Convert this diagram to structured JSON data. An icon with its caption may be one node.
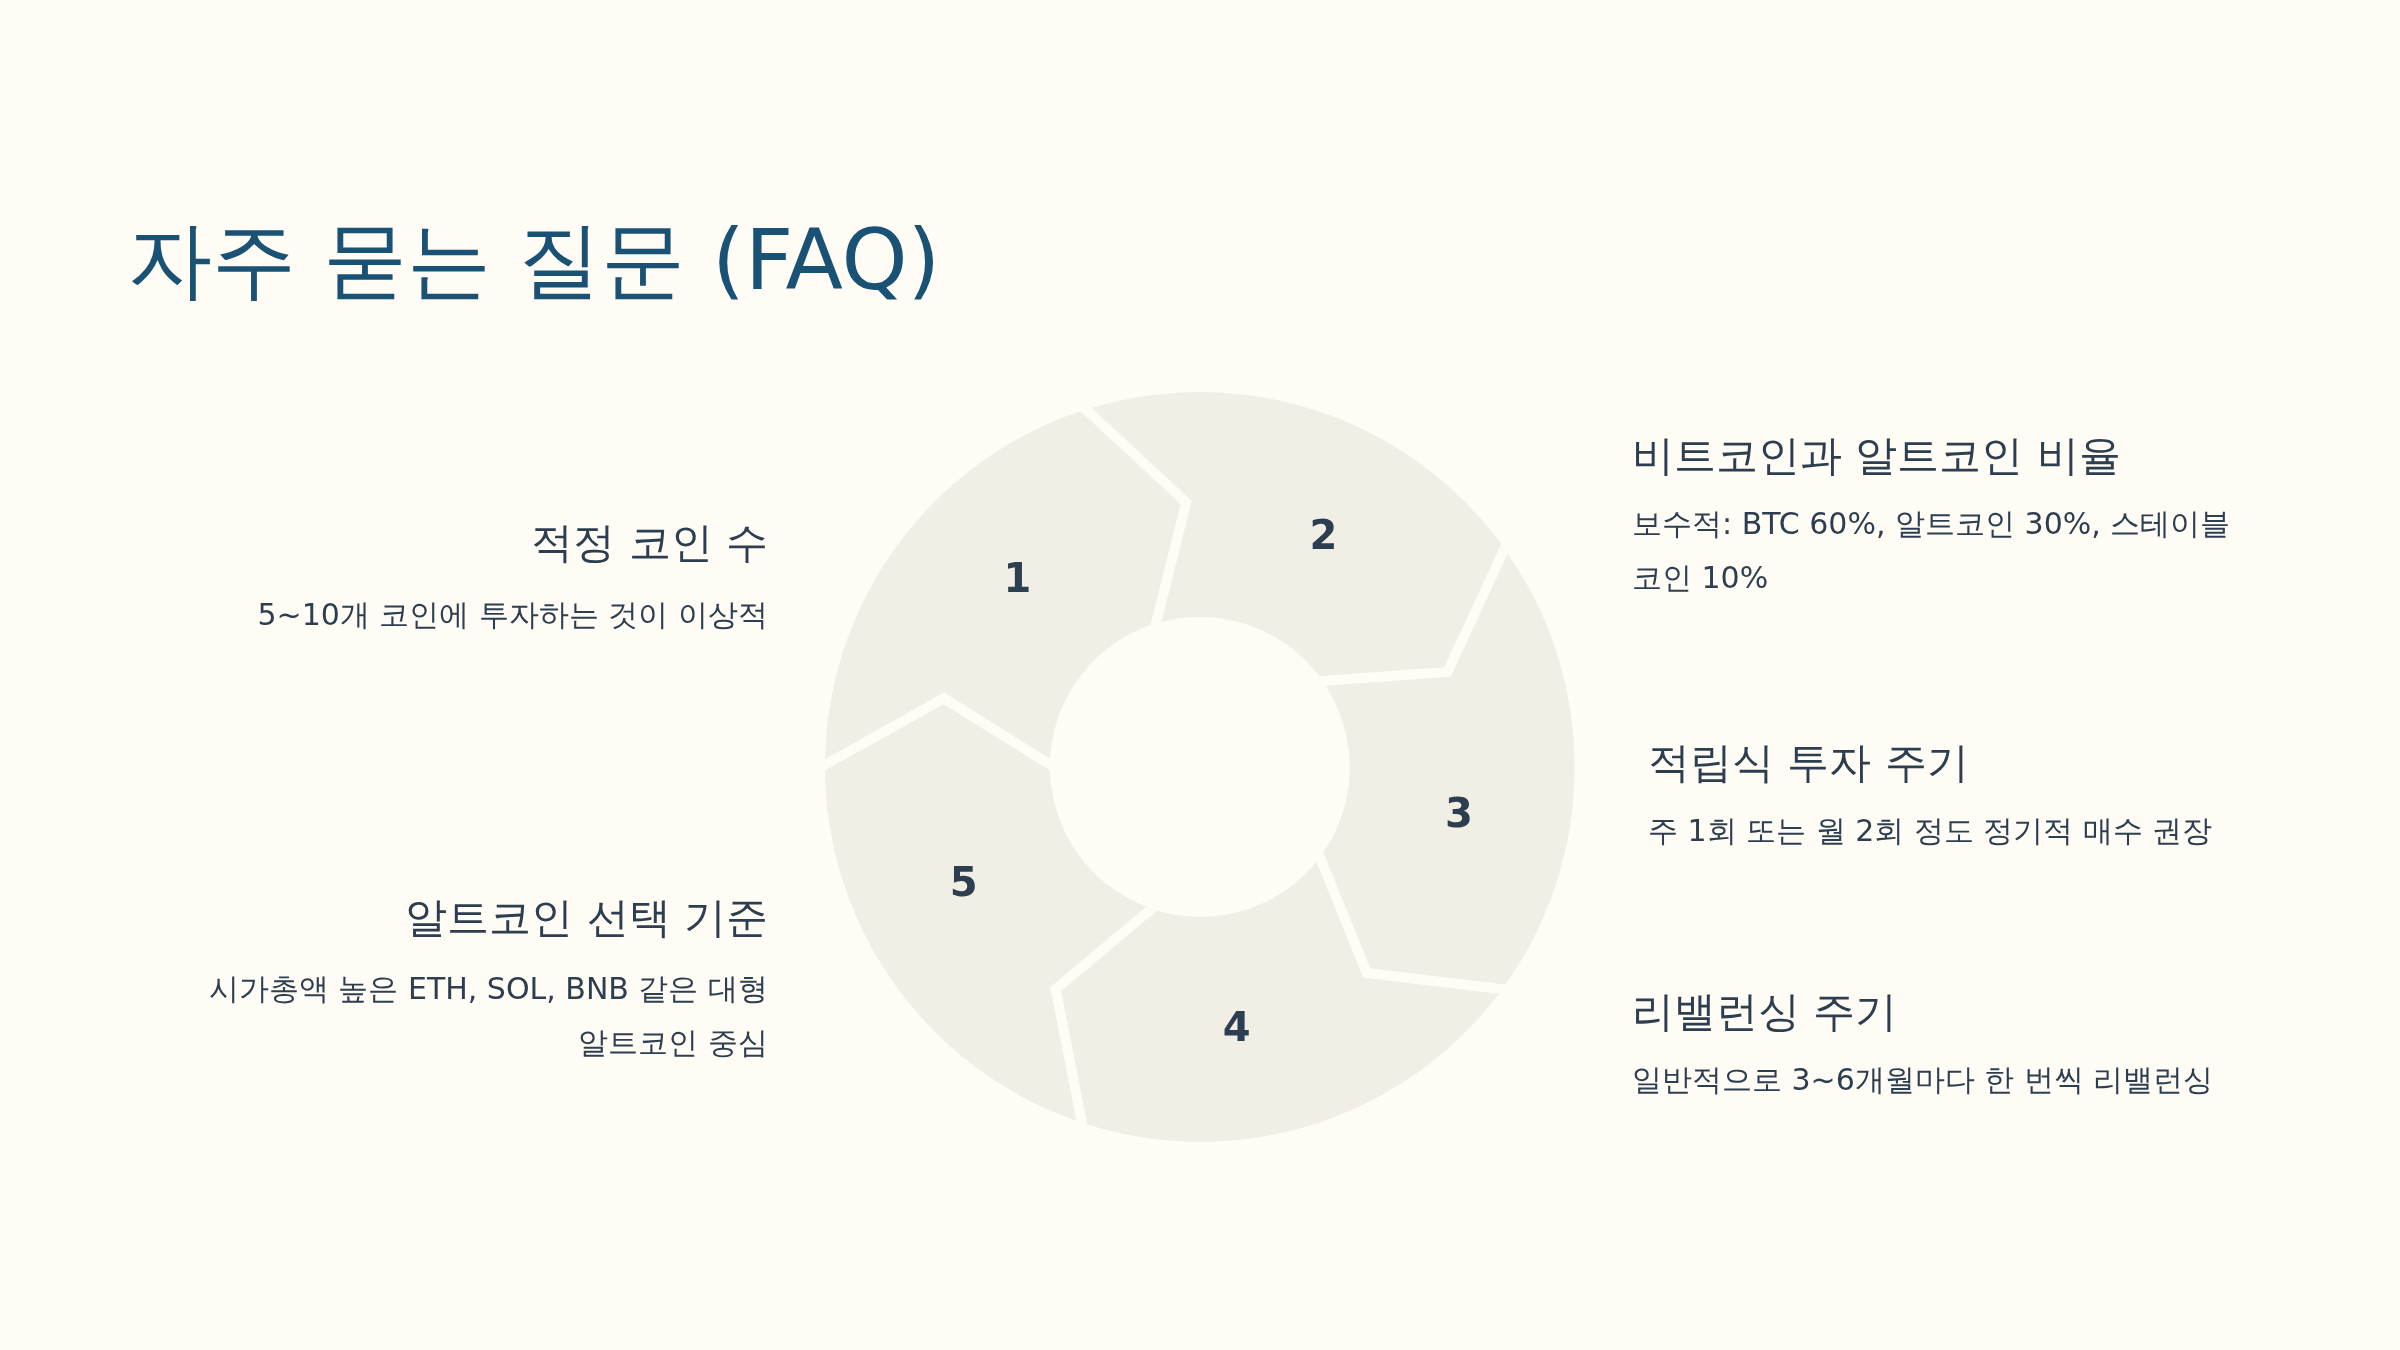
{
  "diagram": {
    "title": "자주 묻는 질문 (FAQ)",
    "nodes": [
      {
        "text": [
          "1"
        ]
      },
      {
        "text": [
          "2"
        ]
      },
      {
        "text": [
          "3"
        ]
      },
      {
        "text": [
          "4"
        ]
      },
      {
        "text": [
          "5"
        ]
      }
    ],
    "labels": [
      "적정 코인 수",
      "5~10개 코인에 투자하는 것이 이상적",
      "비트코인과 알트코인 비율",
      "보수적: BTC 60%, 알트코인 30%, 스테이블 코인 10%",
      "적립식 투자 주기",
      "주 1회 또는 월 2회 정도 정기적 매수 권장",
      "리밸런싱 주기",
      "일반적으로 3~6개월마다 한 번씩 리밸런싱",
      "알트코인 선택 기준",
      "시가총액 높은 ETH, SOL, BNB 같은 대형 알트코인 중심"
    ]
  }
}
